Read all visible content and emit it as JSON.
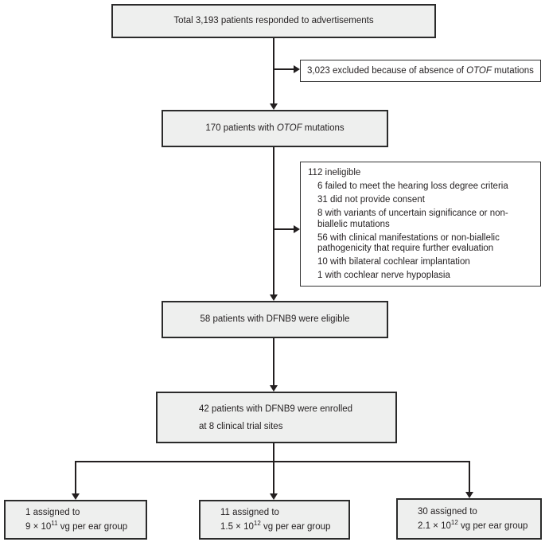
{
  "diagram": {
    "top_box": {
      "text": "Total 3,193 patients responded to advertisements"
    },
    "excluded_box": {
      "pre": "3,023 excluded because of absence of ",
      "gene": "OTOF",
      "post": " mutations"
    },
    "otof_box": {
      "pre": "170 patients with ",
      "gene": "OTOF",
      "post": " mutations"
    },
    "ineligible_box": {
      "title": "112 ineligible",
      "items": [
        "6 failed to meet the hearing loss degree criteria",
        "31 did not provide consent",
        "8 with variants of uncertain significance or non-biallelic mutations",
        "56 with clinical manifestations or non-biallelic pathogenicity that require further evaluation",
        "10 with bilateral cochlear implantation",
        "1 with cochlear nerve hypoplasia"
      ]
    },
    "eligible_box": {
      "text": "58 patients with DFNB9 were eligible"
    },
    "enrolled_box": {
      "line1": "42 patients with DFNB9 were enrolled",
      "line2": "at 8 clinical trial sites"
    },
    "group_boxes": [
      {
        "line1": "1 assigned to",
        "dose_pre": "9 × 10",
        "dose_sup": "11",
        "dose_post": " vg per ear group"
      },
      {
        "line1": "11 assigned to",
        "dose_pre": "1.5 × 10",
        "dose_sup": "12",
        "dose_post": " vg per ear group"
      },
      {
        "line1": "30 assigned to",
        "dose_pre": "2.1 × 10",
        "dose_sup": "12",
        "dose_post": " vg per ear group"
      }
    ],
    "colors": {
      "box_fill": "#eeefee",
      "box_border": "#2b2b2b",
      "side_fill": "#ffffff",
      "line": "#231f20"
    }
  }
}
